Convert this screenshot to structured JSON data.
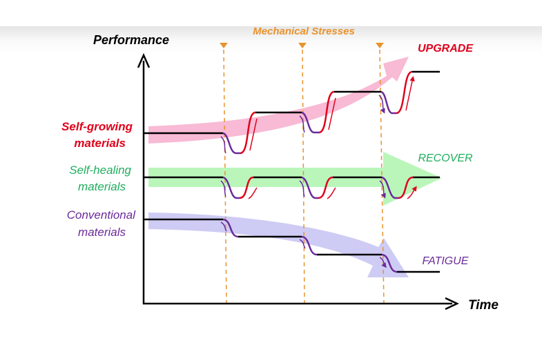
{
  "title": "Mechanical Stresses",
  "axes": {
    "y_label": "Performance",
    "x_label": "Time"
  },
  "series": [
    {
      "name_line1": "Self-growing",
      "name_line2": "materials",
      "trend": "UPGRADE",
      "color": "#e0001b",
      "band_color": "#f7b3cf"
    },
    {
      "name_line1": "Self-healing",
      "name_line2": "materials",
      "trend": "RECOVER",
      "color": "#1fae5e",
      "band_color": "#b3f5b3"
    },
    {
      "name_line1": "Conventional",
      "name_line2": "materials",
      "trend": "FATIGUE",
      "color": "#6a2a9a",
      "band_color": "#c9c6f3"
    }
  ],
  "stress_events": 3,
  "stress_color": "#e8932e"
}
